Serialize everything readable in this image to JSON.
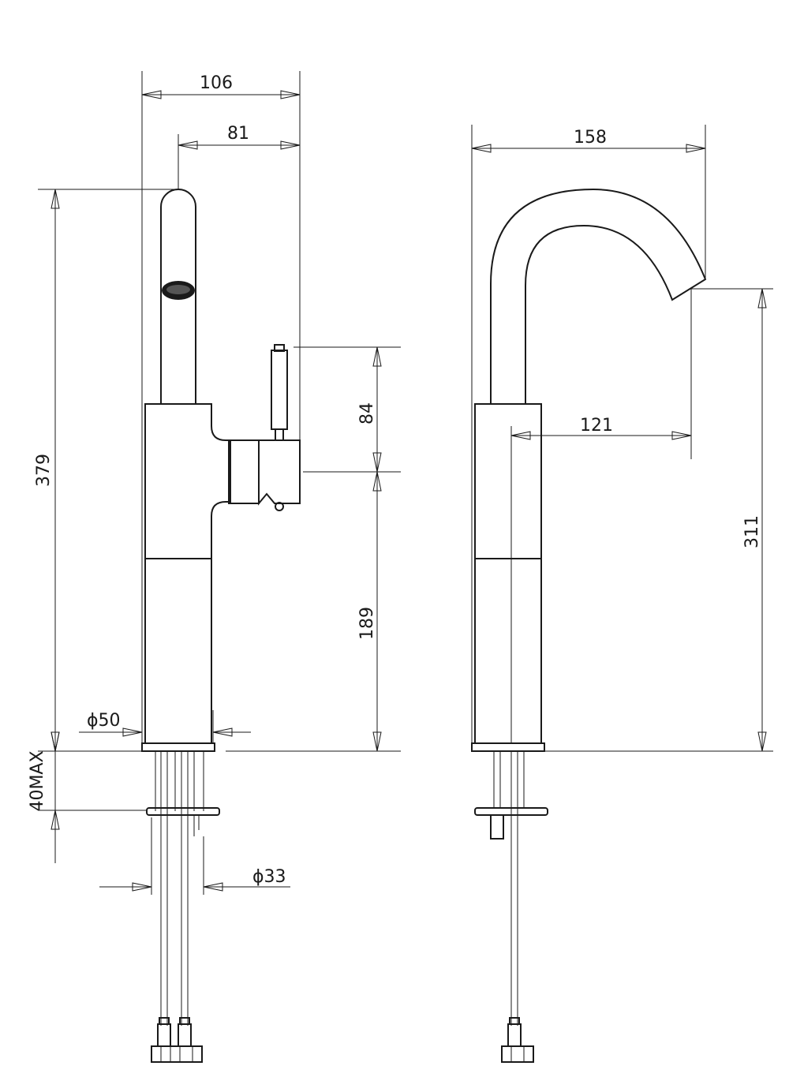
{
  "dimensions": {
    "width_106": "106",
    "width_81": "81",
    "height_379": "379",
    "height_84": "84",
    "height_189": "189",
    "dia_50": "ϕ50",
    "mount_40max": "40MAX",
    "dia_33": "ϕ33",
    "width_158": "158",
    "reach_121": "121",
    "height_311": "311"
  },
  "colors": {
    "line": "#1a1a1a",
    "background": "#ffffff"
  }
}
